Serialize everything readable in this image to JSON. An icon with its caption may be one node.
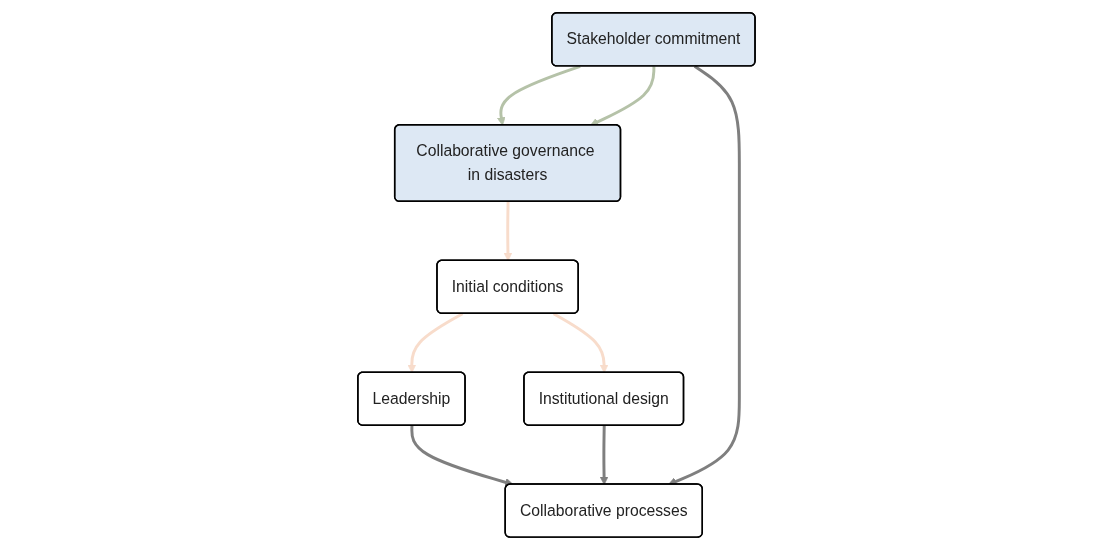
{
  "diagram": {
    "nodes": [
      {
        "text": [
          "Collaborative governance in disasters"
        ]
      },
      {
        "text": [
          "Initial conditions"
        ]
      },
      {
        "text": [
          "Leadership"
        ]
      },
      {
        "text": [
          "Institutional design"
        ]
      },
      {
        "text": [
          "Collaborative processes"
        ]
      },
      {
        "text": [
          "Stakeholder commitment"
        ]
      }
    ],
    "edges": [
      {
        "from": 0,
        "to": 1,
        "arrow": "to",
        "color": "#f8dccb"
      },
      {
        "from": 1,
        "to": 2,
        "arrow": "to",
        "color": "#f8dccb"
      },
      {
        "from": 1,
        "to": 3,
        "arrow": "to",
        "color": "#f8dccb"
      },
      {
        "from": 2,
        "to": 4,
        "arrow": "to",
        "color": "#7f7f7f"
      },
      {
        "from": 3,
        "to": 4,
        "arrow": "to",
        "color": "#7f7f7f"
      },
      {
        "from": 5,
        "to": 4,
        "arrow": "to",
        "color": "#7f7f7f"
      },
      {
        "from": 5,
        "to": 0,
        "arrow": "to",
        "color": "#b5c2a8"
      },
      {
        "from": 5,
        "to": 0,
        "arrow": "to",
        "color": "#b5c2a8"
      }
    ]
  }
}
